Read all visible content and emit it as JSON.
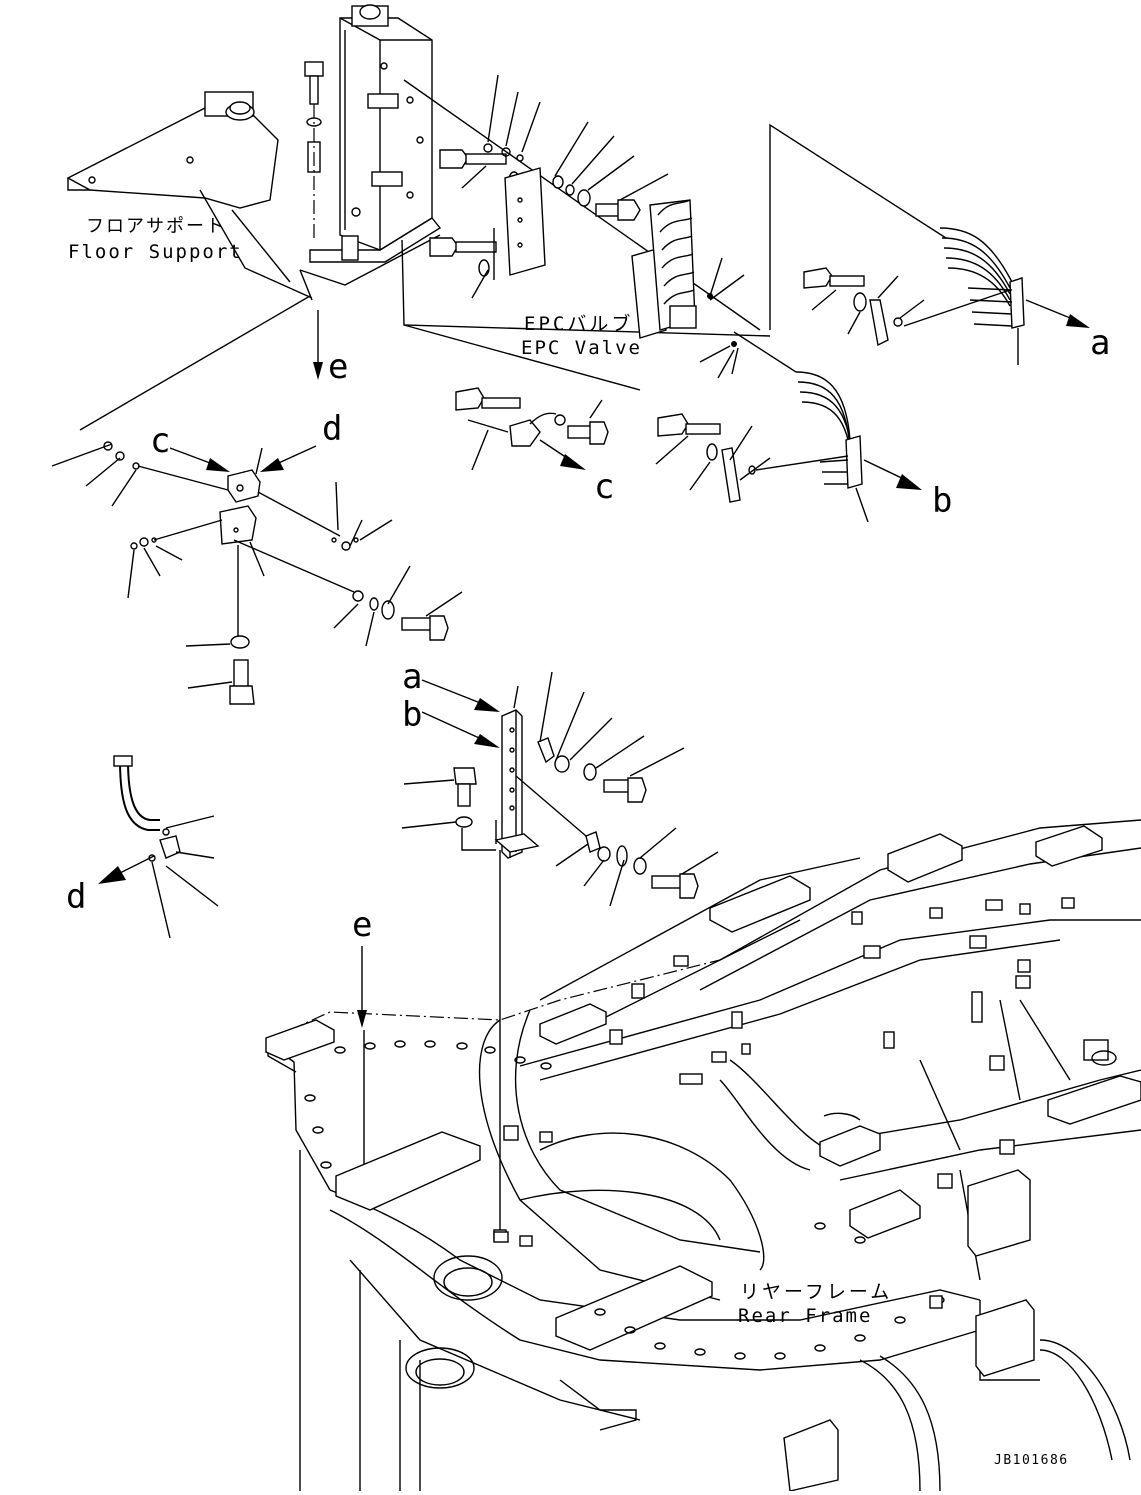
{
  "drawing": {
    "labels": {
      "floor_support_jp": "フロアサポート",
      "floor_support_en": "Floor Support",
      "epc_valve_jp": "EPCバルブ",
      "epc_valve_en": "EPC Valve",
      "rear_frame_jp": "リヤーフレーム",
      "rear_frame_en": "Rear Frame"
    },
    "connectors": {
      "a_out": "a",
      "b_out": "b",
      "c_out": "c",
      "d_out": "d",
      "e_out": "e",
      "c_in": "c",
      "d_in": "d",
      "a_in": "a",
      "b_in": "b",
      "e_in": "e"
    },
    "drawing_number": "JB101686"
  }
}
